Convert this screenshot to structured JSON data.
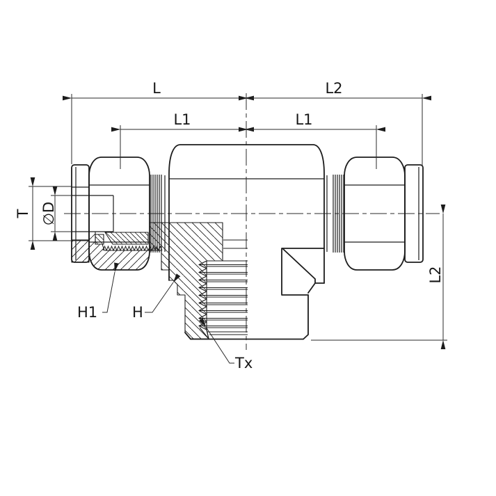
{
  "page": {
    "background": "#ffffff"
  },
  "drawing": {
    "type": "technical-drawing",
    "subject": "compression-tube-fitting-male-branch-tee-half-section",
    "colors": {
      "line": "#1c1c1c",
      "background": "#ffffff"
    },
    "labels": {
      "dim_L": "L",
      "dim_L2_top": "L2",
      "dim_L1_left": "L1",
      "dim_L1_right": "L1",
      "dim_T": "T",
      "dim_D": "∅D",
      "dim_L2_right": "L2",
      "leader_H1": "H1",
      "leader_H": "H",
      "leader_Tx": "Tx"
    }
  }
}
